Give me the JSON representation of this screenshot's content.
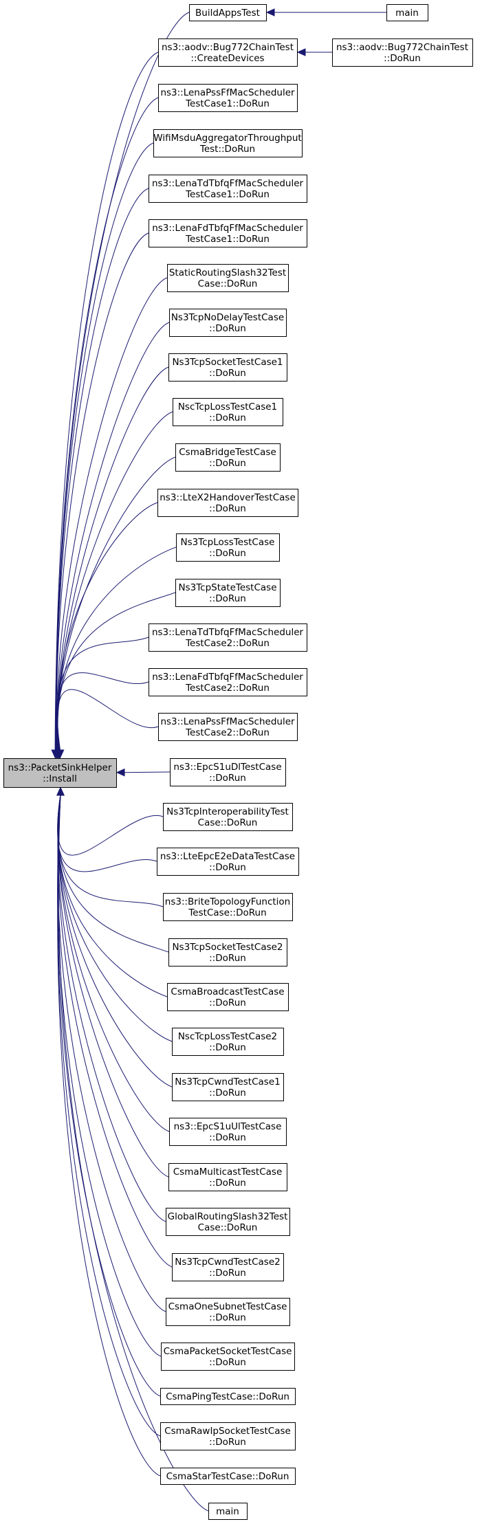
{
  "graph": {
    "focus": {
      "id": "focus",
      "lines": [
        "ns3::PacketSinkHelper",
        "::Install"
      ]
    },
    "callers": [
      {
        "id": "buildapps",
        "lines": [
          "BuildAppsTest"
        ]
      },
      {
        "id": "aodv-create",
        "lines": [
          "ns3::aodv::Bug772ChainTest",
          "::CreateDevices"
        ]
      },
      {
        "id": "lena-pss-1",
        "lines": [
          "ns3::LenaPssFfMacScheduler",
          "TestCase1::DoRun"
        ]
      },
      {
        "id": "wifi-msdu",
        "lines": [
          "WifiMsduAggregatorThroughput",
          "Test::DoRun"
        ]
      },
      {
        "id": "lena-td-1",
        "lines": [
          "ns3::LenaTdTbfqFfMacScheduler",
          "TestCase1::DoRun"
        ]
      },
      {
        "id": "lena-fd-1",
        "lines": [
          "ns3::LenaFdTbfqFfMacScheduler",
          "TestCase1::DoRun"
        ]
      },
      {
        "id": "static-routing",
        "lines": [
          "StaticRoutingSlash32Test",
          "Case::DoRun"
        ]
      },
      {
        "id": "ns3tcp-nodelay",
        "lines": [
          "Ns3TcpNoDelayTestCase",
          "::DoRun"
        ]
      },
      {
        "id": "ns3tcp-socket1",
        "lines": [
          "Ns3TcpSocketTestCase1",
          "::DoRun"
        ]
      },
      {
        "id": "nsctcp-loss1",
        "lines": [
          "NscTcpLossTestCase1",
          "::DoRun"
        ]
      },
      {
        "id": "csma-bridge",
        "lines": [
          "CsmaBridgeTestCase",
          "::DoRun"
        ]
      },
      {
        "id": "ltex2",
        "lines": [
          "ns3::LteX2HandoverTestCase",
          "::DoRun"
        ]
      },
      {
        "id": "ns3tcp-loss",
        "lines": [
          "Ns3TcpLossTestCase",
          "::DoRun"
        ]
      },
      {
        "id": "ns3tcp-state",
        "lines": [
          "Ns3TcpStateTestCase",
          "::DoRun"
        ]
      },
      {
        "id": "lena-td-2",
        "lines": [
          "ns3::LenaTdTbfqFfMacScheduler",
          "TestCase2::DoRun"
        ]
      },
      {
        "id": "lena-fd-2",
        "lines": [
          "ns3::LenaFdTbfqFfMacScheduler",
          "TestCase2::DoRun"
        ]
      },
      {
        "id": "lena-pss-2",
        "lines": [
          "ns3::LenaPssFfMacScheduler",
          "TestCase2::DoRun"
        ]
      },
      {
        "id": "epc-s1u-dl",
        "lines": [
          "ns3::EpcS1uDlTestCase",
          "::DoRun"
        ]
      },
      {
        "id": "ns3tcp-interop",
        "lines": [
          "Ns3TcpInteroperabilityTest",
          "Case::DoRun"
        ]
      },
      {
        "id": "lte-epc-e2e",
        "lines": [
          "ns3::LteEpcE2eDataTestCase",
          "::DoRun"
        ]
      },
      {
        "id": "brite",
        "lines": [
          "ns3::BriteTopologyFunction",
          "TestCase::DoRun"
        ]
      },
      {
        "id": "ns3tcp-socket2",
        "lines": [
          "Ns3TcpSocketTestCase2",
          "::DoRun"
        ]
      },
      {
        "id": "csma-broadcast",
        "lines": [
          "CsmaBroadcastTestCase",
          "::DoRun"
        ]
      },
      {
        "id": "nsctcp-loss2",
        "lines": [
          "NscTcpLossTestCase2",
          "::DoRun"
        ]
      },
      {
        "id": "ns3tcp-cwnd1",
        "lines": [
          "Ns3TcpCwndTestCase1",
          "::DoRun"
        ]
      },
      {
        "id": "epc-s1u-ul",
        "lines": [
          "ns3::EpcS1uUlTestCase",
          "::DoRun"
        ]
      },
      {
        "id": "csma-multicast",
        "lines": [
          "CsmaMulticastTestCase",
          "::DoRun"
        ]
      },
      {
        "id": "global-routing",
        "lines": [
          "GlobalRoutingSlash32Test",
          "Case::DoRun"
        ]
      },
      {
        "id": "ns3tcp-cwnd2",
        "lines": [
          "Ns3TcpCwndTestCase2",
          "::DoRun"
        ]
      },
      {
        "id": "csma-onesubnet",
        "lines": [
          "CsmaOneSubnetTestCase",
          "::DoRun"
        ]
      },
      {
        "id": "csma-packetsocket",
        "lines": [
          "CsmaPacketSocketTestCase",
          "::DoRun"
        ]
      },
      {
        "id": "csma-ping",
        "lines": [
          "CsmaPingTestCase::DoRun"
        ]
      },
      {
        "id": "csma-rawip",
        "lines": [
          "CsmaRawIpSocketTestCase",
          "::DoRun"
        ]
      },
      {
        "id": "csma-star",
        "lines": [
          "CsmaStarTestCase::DoRun"
        ]
      },
      {
        "id": "main-bottom",
        "lines": [
          "main"
        ]
      }
    ],
    "secondary": [
      {
        "id": "main-top",
        "lines": [
          "main"
        ],
        "calls": "buildapps"
      },
      {
        "id": "aodv-dorun",
        "lines": [
          "ns3::aodv::Bug772ChainTest",
          "::DoRun"
        ],
        "calls": "aodv-create"
      }
    ]
  }
}
